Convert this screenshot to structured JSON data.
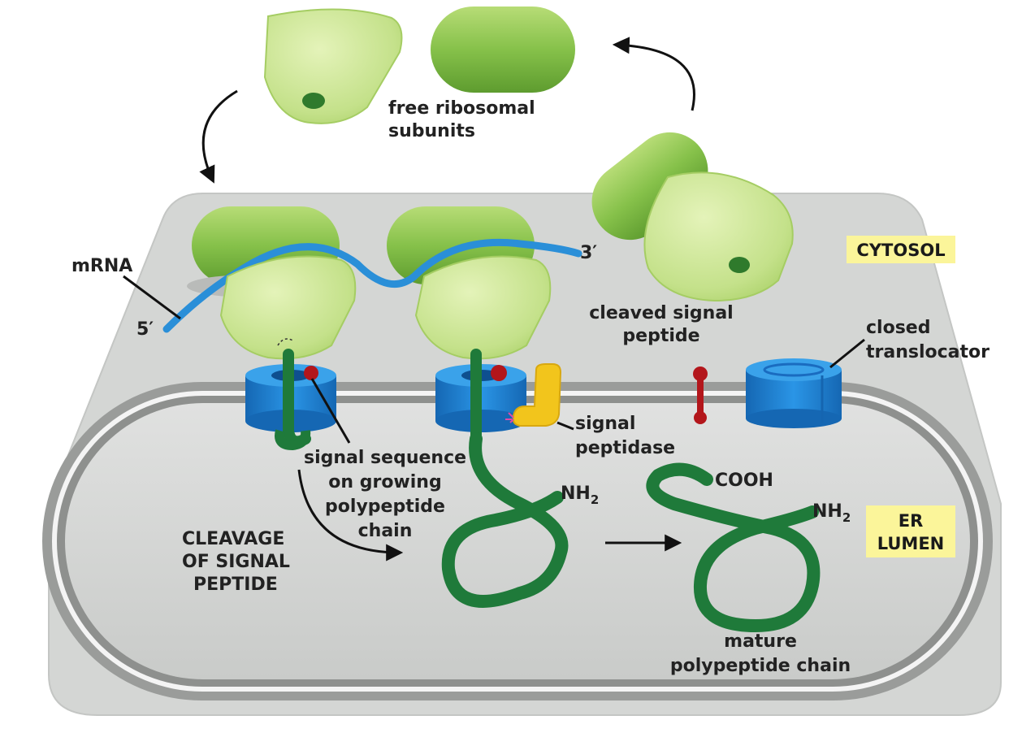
{
  "labels": {
    "free_subunits_1": "free ribosomal",
    "free_subunits_2": "subunits",
    "mrna": "mRNA",
    "five_prime": "5′",
    "three_prime": "3′",
    "cytosol": "CYTOSOL",
    "cleaved_1": "cleaved signal",
    "cleaved_2": "peptide",
    "closed_1": "closed",
    "closed_2": "translocator",
    "signal_seq_1": "signal sequence",
    "signal_seq_2": "on growing",
    "signal_seq_3": "polypeptide",
    "signal_seq_4": "chain",
    "peptidase_1": "signal",
    "peptidase_2": "peptidase",
    "cleavage_1": "CLEAVAGE",
    "cleavage_2": "OF SIGNAL",
    "cleavage_3": "PEPTIDE",
    "nh2_a": "NH",
    "nh2_a_sub": "2",
    "nh2_b": "NH",
    "nh2_b_sub": "2",
    "cooh": "COOH",
    "er_1": "ER",
    "er_2": "LUMEN",
    "mature_1": "mature",
    "mature_2": "polypeptide chain"
  },
  "colors": {
    "ribosome_light": "#cfe79a",
    "ribosome_dark": "#7dbb3c",
    "mrna": "#2a8fd8",
    "translocator": "#1f82d6",
    "polypeptide": "#1f7a3a",
    "signal_peptide": "#b3161b",
    "peptidase": "#f2c51c",
    "tag_bg": "#fbf59a",
    "cytosol_bg": "#d6d8d6",
    "lumen_bg": "#cdcfcd"
  }
}
